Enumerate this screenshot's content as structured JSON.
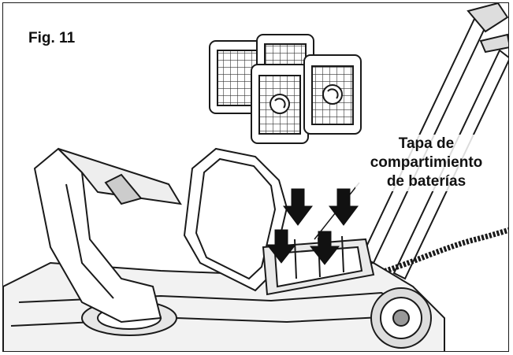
{
  "figure": {
    "label": "Fig. 11"
  },
  "callout": {
    "lines": [
      "Tapa de",
      "compartimiento",
      "de baterías"
    ]
  },
  "colors": {
    "line": "#1a1a1a",
    "shade": "#cfcfcf",
    "arrow": "#111111",
    "background": "#ffffff"
  },
  "icons": {
    "batteries": "battery-pack-icon",
    "arrows": "arrow-down-icon"
  }
}
